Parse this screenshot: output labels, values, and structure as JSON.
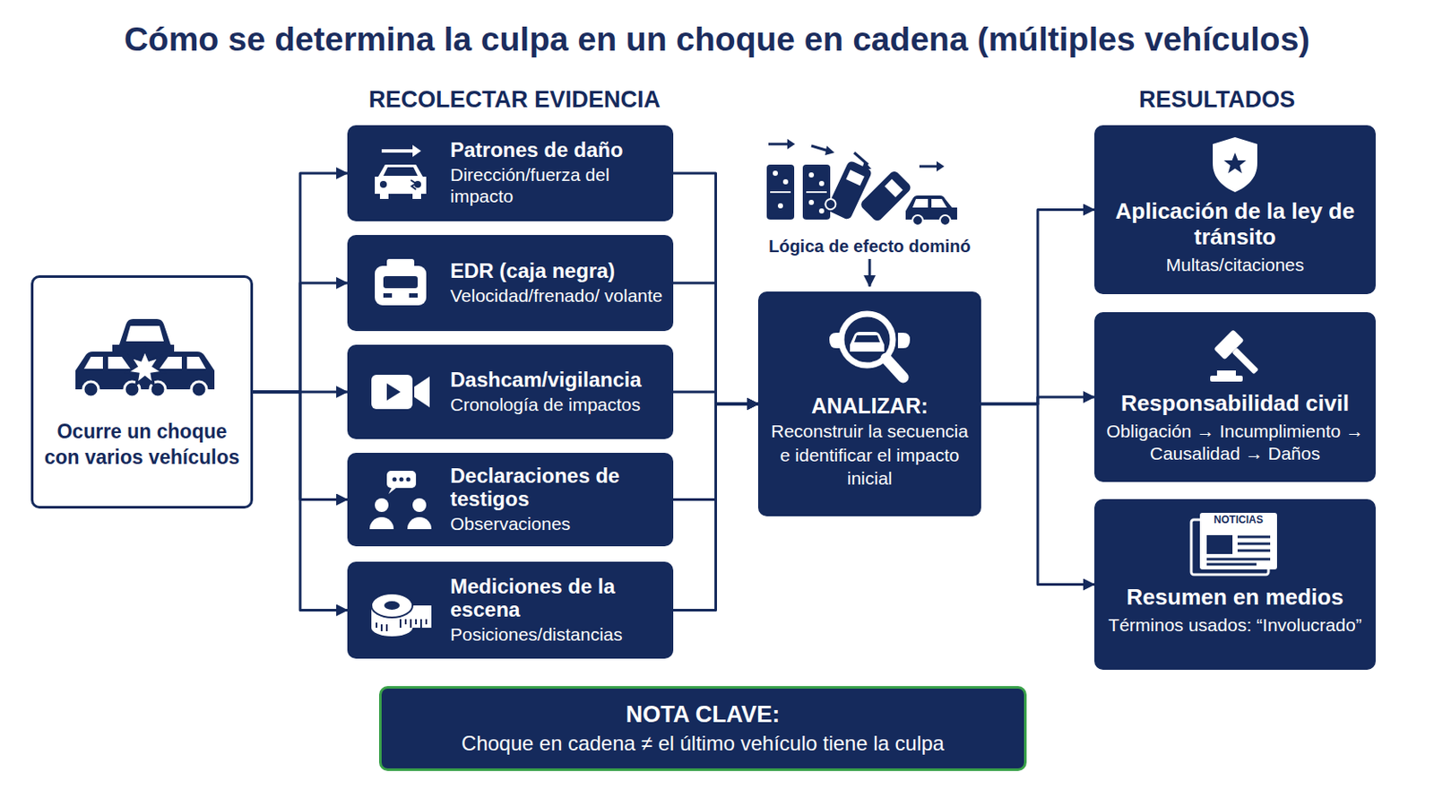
{
  "diagram": {
    "title": "Cómo se determina la culpa en un choque en cadena (múltiples vehículos)",
    "nodes": [
      {
        "text": [
          "Ocurre un choque con varios vehículos"
        ]
      },
      {
        "text": [
          "Patrones de daño",
          "Dirección/fuerza del impacto"
        ]
      },
      {
        "text": [
          "EDR (caja negra)",
          "Velocidad/frenado/ volante"
        ]
      },
      {
        "text": [
          "Dashcam/vigilancia",
          "Cronología de impactos"
        ]
      },
      {
        "text": [
          "Declaraciones de testigos",
          "Observaciones"
        ]
      },
      {
        "text": [
          "Mediciones de la escena",
          "Posiciones/distancias"
        ]
      },
      {
        "text": [
          "ANALIZAR:",
          "Reconstruir la secuencia e identificar el impacto inicial"
        ]
      },
      {
        "text": [
          "Aplicación de la ley de tránsito",
          "Multas/citaciones"
        ]
      },
      {
        "text": [
          "Responsabilidad civil",
          "Obligación → Incumplimiento → Causalidad → Daños"
        ]
      },
      {
        "text": [
          "Resumen en medios",
          "Términos usados: “Involucrado”"
        ]
      },
      {
        "text": [
          "NOTA CLAVE:",
          "Choque en cadena ≠ el último vehículo tiene la culpa"
        ]
      }
    ],
    "edges": [
      {
        "from": 0,
        "to": 1,
        "arrow": "to"
      },
      {
        "from": 0,
        "to": 2,
        "arrow": "to"
      },
      {
        "from": 0,
        "to": 3,
        "arrow": "to"
      },
      {
        "from": 0,
        "to": 4,
        "arrow": "to"
      },
      {
        "from": 0,
        "to": 5,
        "arrow": "to"
      },
      {
        "from": 1,
        "to": 6,
        "arrow": "to"
      },
      {
        "from": 2,
        "to": 6,
        "arrow": "to"
      },
      {
        "from": 3,
        "to": 6,
        "arrow": "to"
      },
      {
        "from": 4,
        "to": 6,
        "arrow": "to"
      },
      {
        "from": 5,
        "to": 6,
        "arrow": "to"
      },
      {
        "from": 6,
        "to": 7,
        "arrow": "to"
      },
      {
        "from": 6,
        "to": 8,
        "arrow": "to"
      },
      {
        "from": 6,
        "to": 9,
        "arrow": "to"
      }
    ],
    "labels": [
      "RECOLECTAR EVIDENCIA",
      "Lógica de efecto dominó",
      "RESULTADOS",
      "NOTICIAS"
    ]
  }
}
